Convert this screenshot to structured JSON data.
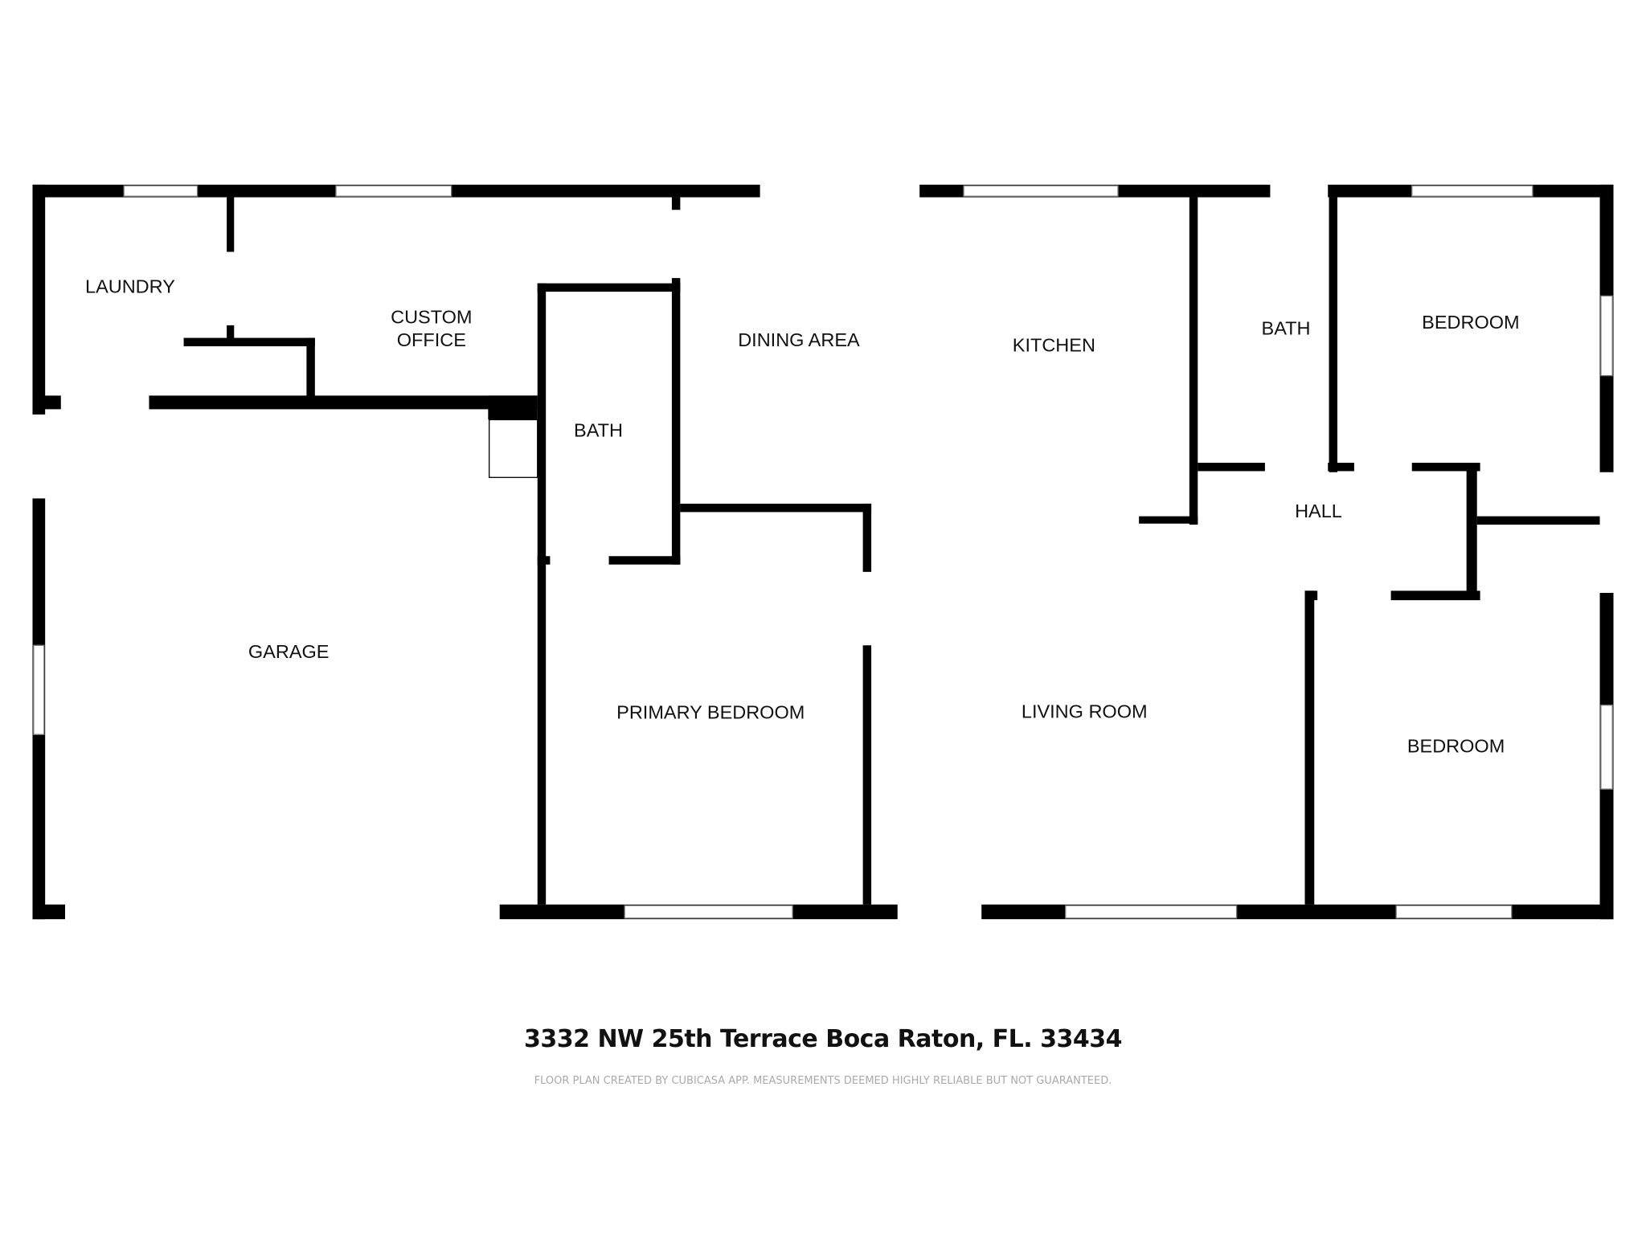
{
  "rooms": {
    "laundry": "LAUNDRY",
    "office_line1": "CUSTOM",
    "office_line2": "OFFICE",
    "bath1": "BATH",
    "dining": "DINING AREA",
    "kitchen": "KITCHEN",
    "bath2": "BATH",
    "bedroom1": "BEDROOM",
    "hall": "HALL",
    "garage": "GARAGE",
    "primary_bedroom": "PRIMARY BEDROOM",
    "living_room": "LIVING ROOM",
    "bedroom2": "BEDROOM"
  },
  "footer": {
    "address": "3332 NW 25th Terrace  Boca Raton,  FL. 33434",
    "disclaimer": "FLOOR PLAN CREATED BY CUBICASA APP. MEASUREMENTS DEEMED HIGHLY RELIABLE BUT NOT GUARANTEED."
  }
}
